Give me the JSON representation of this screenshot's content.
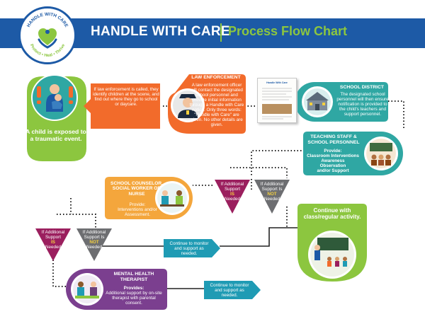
{
  "header": {
    "title": "HANDLE WITH CARE",
    "subtitle": "Process Flow Chart",
    "logo_top": "HANDLE WITH CARE",
    "logo_bottom": "Protect • Heal • Thrive"
  },
  "colors": {
    "blue": "#1d5aa6",
    "green": "#8cc63f",
    "teal": "#2fa7a3",
    "orange": "#f26b2b",
    "gold": "#f4a63c",
    "purple": "#7b3f8f",
    "magenta": "#9b1f5e",
    "gray": "#6d6e71",
    "cyan": "#1f9bb4"
  },
  "icons": {
    "start": "child-trauma-icon",
    "law": "police-officer-icon",
    "document": "document-icon",
    "school": "school-building-icon",
    "teachers": "classroom-icon",
    "counselor": "counselor-icon",
    "therapist": "therapist-icon",
    "class": "class-activity-icon"
  },
  "nodes": {
    "start": {
      "text": "A child is exposed to a traumatic event."
    },
    "law_note": {
      "text": "If law enforcement is called, they identify children at the scene, and find out where they go to school or daycare."
    },
    "law": {
      "title": "LAW ENFORCEMENT",
      "text": "A law enforcement officer will contact the designated school personnel and provide initial information through a Handle with Care notice. Only three words: \"Handle with Care\" are given. No other details are given."
    },
    "document": {
      "title": "Handle With Care"
    },
    "school": {
      "title": "SCHOOL DISTRICT",
      "text": "The designated school personnel will then ensure notification is provided to the child's teachers and support personnel."
    },
    "teachers": {
      "title": "TEACHING STAFF & SCHOOL PERSONNEL",
      "lead": "Provide:",
      "items": [
        "Classroom Interventions",
        "Awareness",
        "Observation",
        "and/or Support"
      ]
    },
    "counselor": {
      "title": "SCHOOL COUNSELOR, SOCIAL WORKER OR NURSE",
      "lead": "Provide:",
      "text": "Interventions and/or Assessment."
    },
    "therapist": {
      "title": "MENTAL HEALTH THERAPIST",
      "lead": "Provides:",
      "text": "Additional support by on-site therapist with parental consent."
    },
    "continue_class": {
      "text": "Continue with class/regular activity."
    },
    "monitor1": {
      "text": "Continue to monitor and support as needed."
    },
    "monitor2": {
      "text": "Continue to monitor and support as needed."
    }
  },
  "decisions": {
    "d1_is": {
      "pre": "If Additional Support",
      "key": "IS",
      "post": "Needed"
    },
    "d1_not": {
      "pre": "If Additional Support Is",
      "key": "NOT",
      "post": "Needed"
    },
    "d2_is": {
      "pre": "If Additional Support",
      "key": "IS",
      "post": "Needed"
    },
    "d2_not": {
      "pre": "If Additional Support Is",
      "key": "NOT",
      "post": "Needed"
    }
  }
}
